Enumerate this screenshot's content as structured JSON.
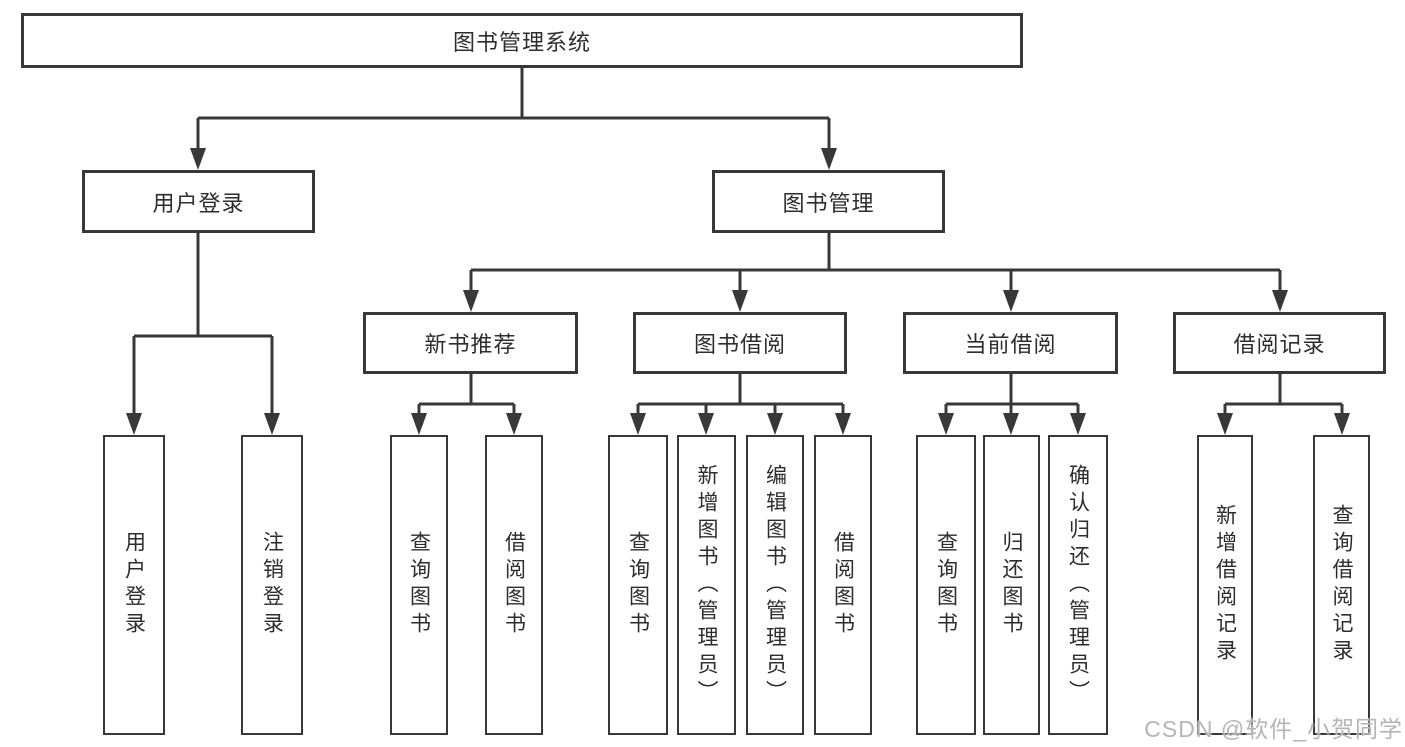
{
  "colors": {
    "background": "#ffffff",
    "box_border": "#383838",
    "connector_line": "#383838",
    "text": "#2d2d2d",
    "watermark": "#b5b5b5"
  },
  "diagram": {
    "root": {
      "label": "图书管理系统"
    },
    "branches": [
      {
        "label": "用户登录",
        "children": [
          {
            "label": "用户登录"
          },
          {
            "label": "注销登录"
          }
        ]
      },
      {
        "label": "图书管理",
        "children": [
          {
            "label": "新书推荐",
            "children": [
              {
                "label": "查询图书"
              },
              {
                "label": "借阅图书"
              }
            ]
          },
          {
            "label": "图书借阅",
            "children": [
              {
                "label": "查询图书"
              },
              {
                "label": "新增图书（管理员）"
              },
              {
                "label": "编辑图书（管理员）"
              },
              {
                "label": "借阅图书"
              }
            ]
          },
          {
            "label": "当前借阅",
            "children": [
              {
                "label": "查询图书"
              },
              {
                "label": "归还图书"
              },
              {
                "label": "确认归还（管理员）"
              }
            ]
          },
          {
            "label": "借阅记录",
            "children": [
              {
                "label": "新增借阅记录"
              },
              {
                "label": "查询借阅记录"
              }
            ]
          }
        ]
      }
    ],
    "watermark": "CSDN @软件_小贺同学"
  }
}
